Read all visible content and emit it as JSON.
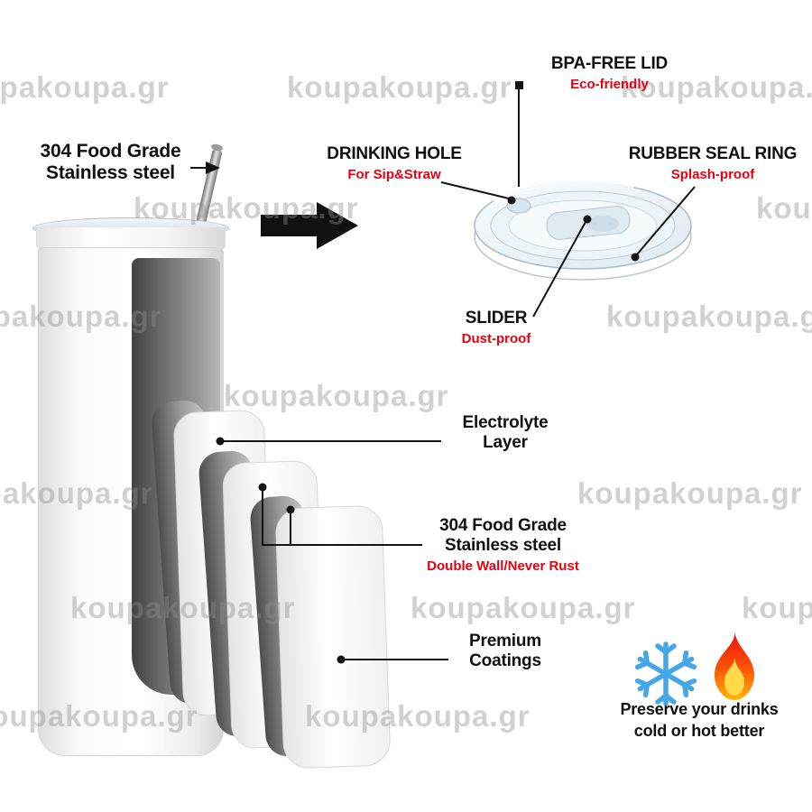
{
  "watermark": {
    "text": "koupakoupa.gr"
  },
  "callouts": {
    "straw_steel": {
      "line1": "304 Food Grade",
      "line2": "Stainless steel"
    },
    "bpa_lid": {
      "title": "BPA-FREE LID",
      "subtitle": "Eco-friendly"
    },
    "drinking_hole": {
      "title": "DRINKING HOLE",
      "subtitle": "For Sip&Straw"
    },
    "rubber_seal_ring": {
      "title": "RUBBER SEAL RING",
      "subtitle": "Splash-proof"
    },
    "slider": {
      "title": "SLIDER",
      "subtitle": "Dust-proof"
    },
    "electrolyte_layer": {
      "line1": "Electrolyte",
      "line2": "Layer"
    },
    "inner_steel": {
      "line1": "304 Food Grade",
      "line2": "Stainless steel",
      "subtitle": "Double Wall/Never Rust"
    },
    "premium_coatings": {
      "line1": "Premium",
      "line2": "Coatings"
    },
    "preserve": {
      "line1": "Preserve your drinks",
      "line2": "cold or hot better"
    }
  },
  "colors": {
    "red": "#e60012",
    "ink": "#101010",
    "wm": "#8f8f8f",
    "blue": "#45a7e8",
    "flame": "#ff4d00"
  }
}
